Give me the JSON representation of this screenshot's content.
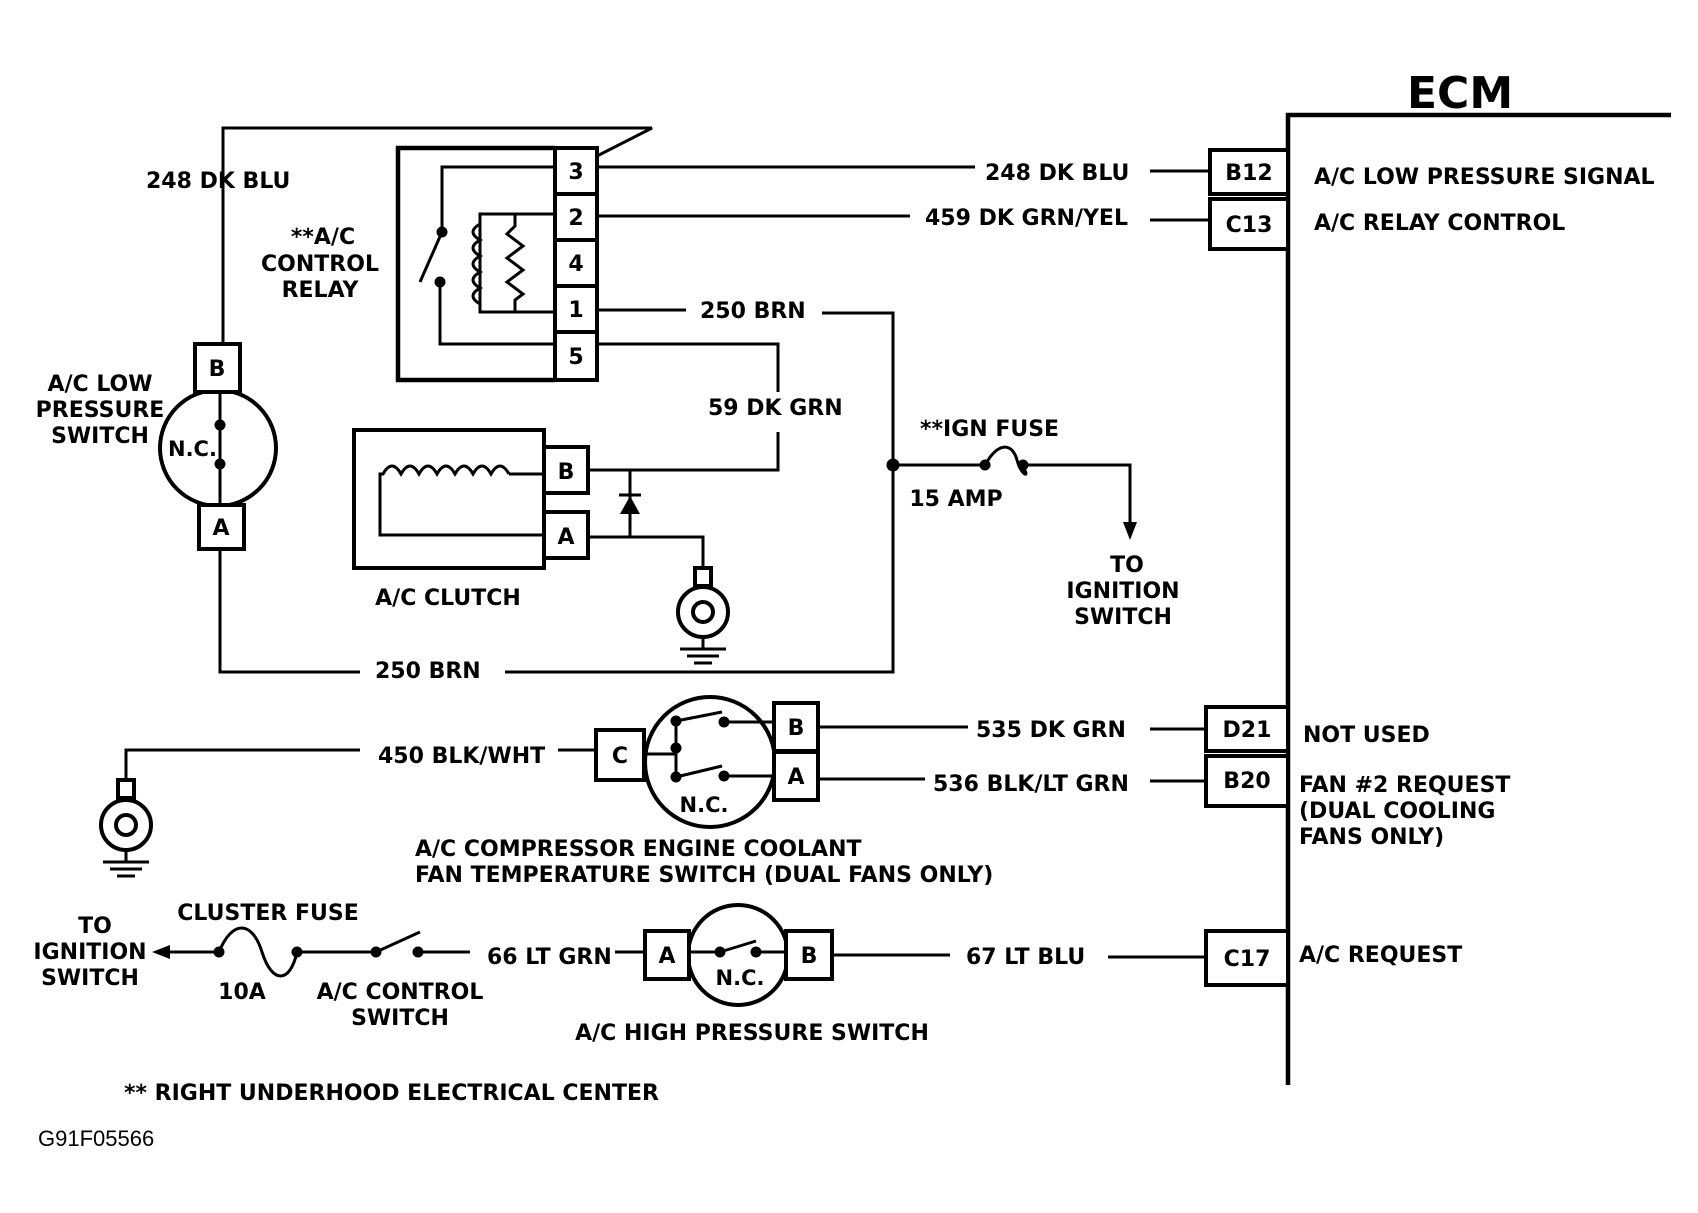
{
  "ecm": {
    "title": "ECM",
    "pins": [
      {
        "pin": "B12",
        "desc": "A/C LOW PRESSURE SIGNAL"
      },
      {
        "pin": "C13",
        "desc": "A/C RELAY CONTROL"
      },
      {
        "pin": "D21",
        "desc": "NOT USED"
      },
      {
        "pin": "B20",
        "desc_lines": [
          "FAN #2 REQUEST",
          "(DUAL COOLING",
          "FANS ONLY)"
        ]
      },
      {
        "pin": "C17",
        "desc": "A/C REQUEST"
      }
    ]
  },
  "relay": {
    "name_lines": [
      "**A/C",
      "CONTROL",
      "RELAY"
    ],
    "pins": [
      "3",
      "2",
      "4",
      "1",
      "5"
    ]
  },
  "low_pressure_switch": {
    "name_lines": [
      "A/C LOW",
      "PRESSURE",
      "SWITCH"
    ],
    "pin_b": "B",
    "pin_a": "A",
    "state": "N.C."
  },
  "clutch": {
    "name": "A/C CLUTCH",
    "pin_b": "B",
    "pin_a": "A"
  },
  "ign_fuse": {
    "name": "**IGN FUSE",
    "rating": "15 AMP",
    "to_lines": [
      "TO",
      "IGNITION",
      "SWITCH"
    ]
  },
  "coolant_switch": {
    "name_lines": [
      "A/C COMPRESSOR ENGINE COOLANT",
      "FAN TEMPERATURE SWITCH (DUAL FANS ONLY)"
    ],
    "pin_c": "C",
    "pin_b": "B",
    "pin_a": "A",
    "state": "N.C."
  },
  "cluster_fuse": {
    "name": "CLUSTER FUSE",
    "rating": "10A",
    "to_lines": [
      "TO",
      "IGNITION",
      "SWITCH"
    ]
  },
  "control_switch": {
    "name_lines": [
      "A/C CONTROL",
      "SWITCH"
    ]
  },
  "high_pressure_switch": {
    "name": "A/C HIGH PRESSURE SWITCH",
    "pin_a": "A",
    "pin_b": "B",
    "state": "N.C."
  },
  "wires": {
    "w248_left": "248 DK BLU",
    "w248_right": "248 DK BLU",
    "w459": "459 DK GRN/YEL",
    "w250_top": "250 BRN",
    "w59": "59 DK GRN",
    "w250_bottom": "250 BRN",
    "w450": "450 BLK/WHT",
    "w535": "535 DK GRN",
    "w536": "536 BLK/LT GRN",
    "w66": "66 LT GRN",
    "w67": "67 LT BLU"
  },
  "footnote": "** RIGHT UNDERHOOD ELECTRICAL CENTER",
  "figure_code": "G91F05566"
}
